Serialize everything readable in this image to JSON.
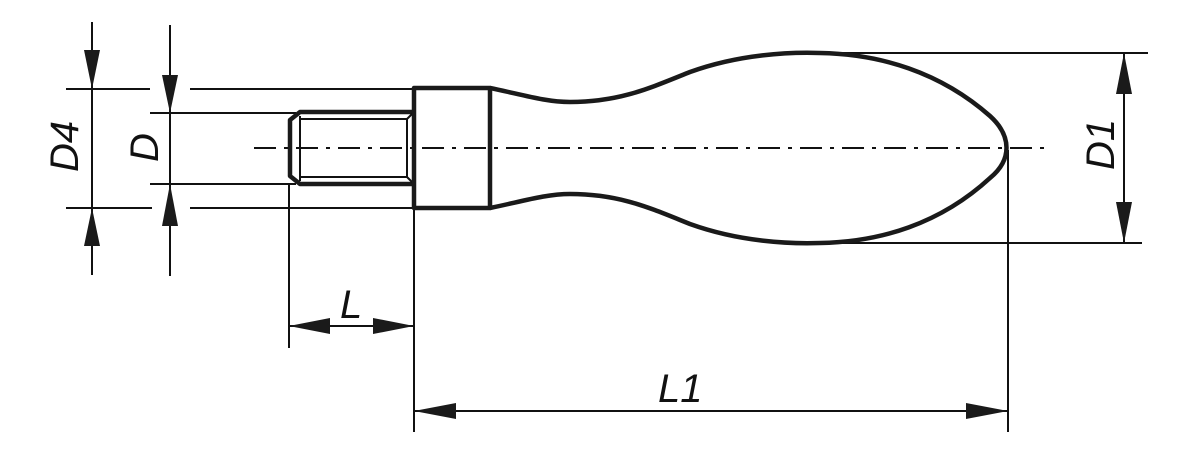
{
  "drawing": {
    "title": "Handle with threaded stud - dimensioned technical drawing",
    "colors": {
      "line": "#111111",
      "background": "#ffffff"
    }
  },
  "dimensions": {
    "D4": {
      "label": "D4",
      "orientation": "vertical"
    },
    "D": {
      "label": "D",
      "orientation": "vertical"
    },
    "D1": {
      "label": "D1",
      "orientation": "vertical"
    },
    "L": {
      "label": "L",
      "orientation": "horizontal"
    },
    "L1": {
      "label": "L1",
      "orientation": "horizontal"
    }
  },
  "parts": [
    {
      "name": "threaded stud"
    },
    {
      "name": "collar"
    },
    {
      "name": "grip body"
    },
    {
      "name": "centerline"
    }
  ]
}
